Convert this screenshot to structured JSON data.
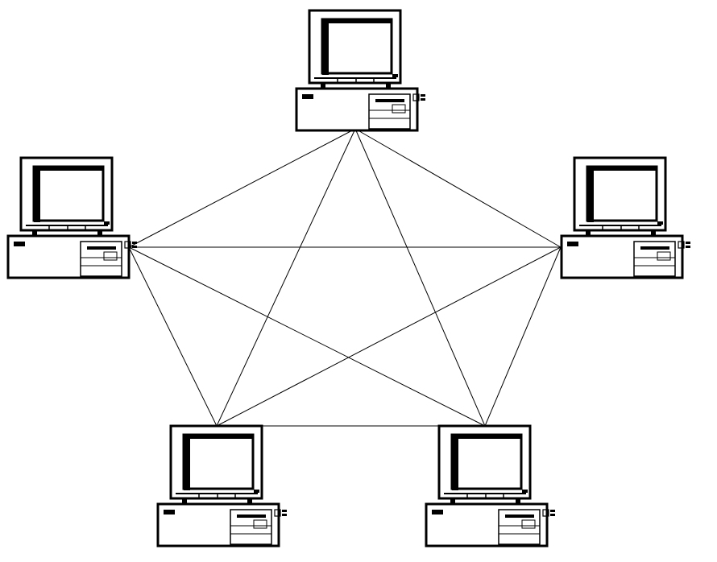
{
  "diagram": {
    "type": "full-mesh-network",
    "colors": {
      "background": "#ffffff",
      "ink": "#000000"
    },
    "nodes": [
      {
        "id": "computer-top",
        "icon": "desktop-computer-icon"
      },
      {
        "id": "computer-left",
        "icon": "desktop-computer-icon"
      },
      {
        "id": "computer-right",
        "icon": "desktop-computer-icon"
      },
      {
        "id": "computer-bottom-left",
        "icon": "desktop-computer-icon"
      },
      {
        "id": "computer-bottom-right",
        "icon": "desktop-computer-icon"
      }
    ],
    "links": [
      [
        "computer-top",
        "computer-left"
      ],
      [
        "computer-top",
        "computer-right"
      ],
      [
        "computer-top",
        "computer-bottom-left"
      ],
      [
        "computer-top",
        "computer-bottom-right"
      ],
      [
        "computer-left",
        "computer-right"
      ],
      [
        "computer-left",
        "computer-bottom-left"
      ],
      [
        "computer-left",
        "computer-bottom-right"
      ],
      [
        "computer-right",
        "computer-bottom-left"
      ],
      [
        "computer-right",
        "computer-bottom-right"
      ],
      [
        "computer-bottom-left",
        "computer-bottom-right"
      ]
    ]
  }
}
